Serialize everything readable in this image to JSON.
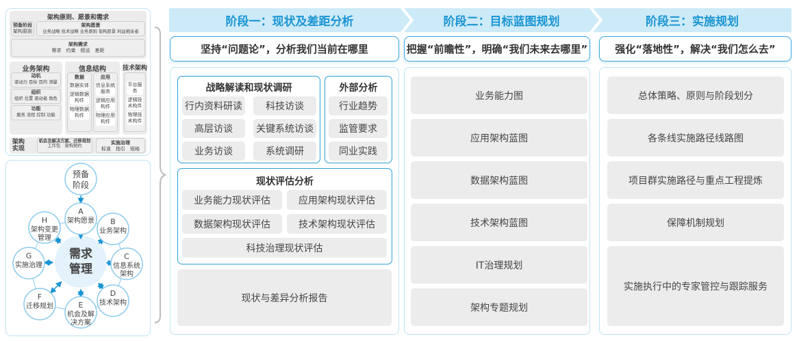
{
  "left_top": {
    "title": "架构原则、愿景和需求",
    "prep": {
      "title": "预备阶段",
      "text": "架构原则"
    },
    "vision": {
      "title": "架构愿景",
      "text": "业务战略 技术战略 业务原则 架构愿景 利益相关者"
    },
    "req": {
      "title": "架构需求",
      "text": "需求　约束　假设　差距"
    },
    "biz": {
      "title": "业务架构",
      "items": [
        {
          "t": "动机",
          "d": "驱动力 目标 目的 测量"
        },
        {
          "t": "组织",
          "d": "组织 位置 驱动者 角色"
        },
        {
          "t": "功能",
          "d": "服务 流程 控制 功能"
        }
      ]
    },
    "info": {
      "title": "信息结构",
      "data": {
        "title": "数据",
        "items": [
          "数据实体",
          "逻辑数据构件",
          "物理数据构件"
        ]
      },
      "app": {
        "title": "应用",
        "items": [
          "信息系统服务",
          "逻辑应用构件",
          "物理应用构件"
        ]
      }
    },
    "tech": {
      "title": "技术架构",
      "items": [
        "平台服务",
        "逻辑技术构件",
        "物理技术构件"
      ]
    },
    "impl": {
      "title": "架构实现",
      "opp": {
        "title": "机会及解决方案、迁移规划",
        "text": "工作包　架构契约"
      },
      "gov": {
        "title": "实施治理",
        "text": "标准　指引　规格"
      }
    }
  },
  "cycle": {
    "center": "需求管理",
    "prep": "预备阶段",
    "nodes": [
      {
        "letter": "A",
        "label": "架构愿景"
      },
      {
        "letter": "B",
        "label": "业务架构"
      },
      {
        "letter": "C",
        "label": "信息系统架构"
      },
      {
        "letter": "D",
        "label": "技术架构"
      },
      {
        "letter": "E",
        "label": "机会及解决方案"
      },
      {
        "letter": "F",
        "label": "迁移规划"
      },
      {
        "letter": "G",
        "label": "实施治理"
      },
      {
        "letter": "H",
        "label": "架构变更管理"
      }
    ]
  },
  "stages": [
    {
      "title": "阶段一：现状及差距分析",
      "subtitle": "坚持“问题论”，分析我们当前在哪里",
      "strategy": {
        "title": "战略解读和现状调研",
        "items": [
          "行内资料研读",
          "科技访谈",
          "高层访谈",
          "关键系统访谈",
          "业务访谈",
          "系统调研"
        ]
      },
      "external": {
        "title": "外部分析",
        "items": [
          "行业趋势",
          "监管要求",
          "同业实践"
        ]
      },
      "assessment": {
        "title": "现状评估分析",
        "items": [
          "业务能力现状评估",
          "应用架构现状评估",
          "数据架构现状评估",
          "技术架构现状评估",
          "科技治理现状评估"
        ]
      },
      "report": "现状与差异分析报告"
    },
    {
      "title": "阶段二：目标蓝图规划",
      "subtitle": "把握“前瞻性”，明确“我们未来去哪里”",
      "items": [
        "业务能力图",
        "应用架构蓝图",
        "数据架构蓝图",
        "技术架构蓝图",
        "IT治理规划",
        "架构专题规划"
      ]
    },
    {
      "title": "阶段三：实施规划",
      "subtitle": "强化“落地性”，解决“我们怎么去”",
      "items": [
        "总体策略、原则与阶段划分",
        "各条线实施路径线路图",
        "项目群实施路径与重点工程提炼",
        "保障机制规划",
        "实施执行中的专家管控与跟踪服务"
      ]
    }
  ],
  "colors": {
    "accent": "#2a9fd8",
    "banner": "#cdeaf8",
    "banner_text": "#1a95d3",
    "box": "#ececec"
  }
}
